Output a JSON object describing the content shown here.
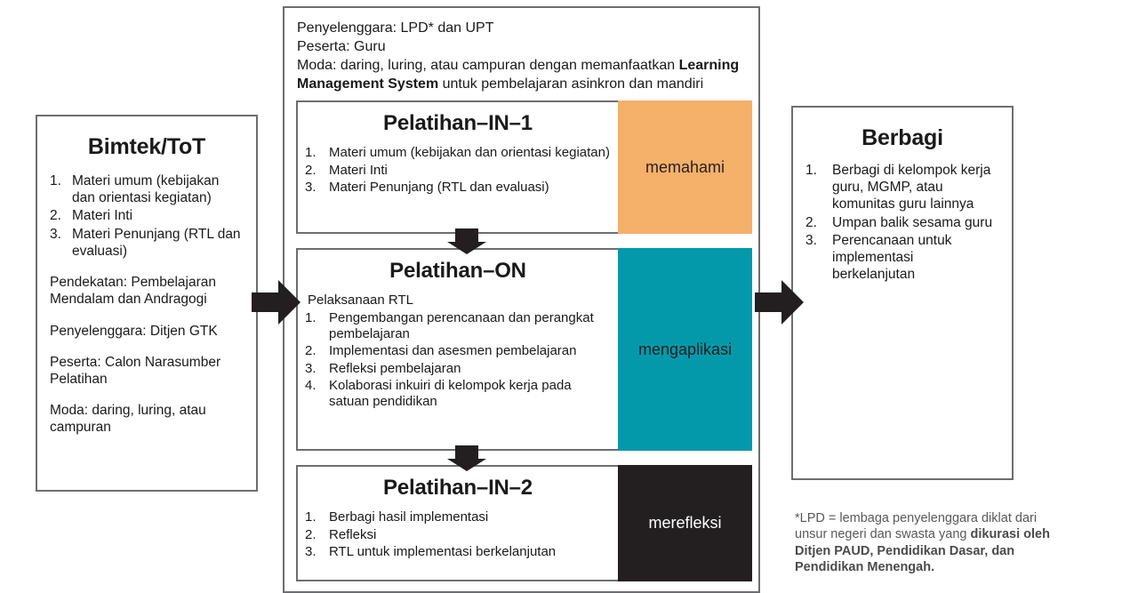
{
  "colors": {
    "orange": "#f5b06a",
    "teal": "#0499aa",
    "dark": "#231f20",
    "border": "#6d6e71",
    "footnote_text": "#58595b"
  },
  "left_box": {
    "title": "Bimtek/ToT",
    "items": [
      {
        "num": "1.",
        "text": "Materi umum (kebijakan dan orientasi kegiatan)"
      },
      {
        "num": "2.",
        "text": "Materi Inti"
      },
      {
        "num": "3.",
        "text": "Materi Penunjang (RTL dan evaluasi)"
      }
    ],
    "paragraphs": [
      "Pendekatan: Pembelajaran Mendalam dan Andragogi",
      "Penyelenggara: Ditjen GTK",
      "Peserta: Calon Narasumber Pelatihan",
      "Moda: daring, luring, atau campuran"
    ]
  },
  "center": {
    "header": {
      "line1": "Penyelenggara: LPD* dan UPT",
      "line2": "Peserta: Guru",
      "line3_a": "Moda: daring, luring, atau campuran dengan memanfaatkan ",
      "line3_bold": "Learning Management System",
      "line3_b": " untuk pembelajaran asinkron dan mandiri"
    },
    "stages": [
      {
        "title": "Pelatihan–IN–1",
        "lead": "",
        "items": [
          {
            "num": "1.",
            "text": "Materi umum (kebijakan dan orientasi kegiatan)"
          },
          {
            "num": "2.",
            "text": "Materi Inti"
          },
          {
            "num": "3.",
            "text": "Materi Penunjang (RTL dan evaluasi)"
          }
        ],
        "side_label": "memahami",
        "side_color": "#f5b06a",
        "side_text_color": "#231f20"
      },
      {
        "title": "Pelatihan–ON",
        "lead": "Pelaksanaan RTL",
        "items": [
          {
            "num": "1.",
            "text": "Pengembangan perencanaan dan perangkat pembelajaran"
          },
          {
            "num": "2.",
            "text": "Implementasi dan asesmen pembelajaran"
          },
          {
            "num": "3.",
            "text": "Refleksi pembelajaran"
          },
          {
            "num": "4.",
            "text": "Kolaborasi inkuiri di kelompok kerja pada satuan pendidikan"
          }
        ],
        "side_label": "mengaplikasi",
        "side_color": "#0499aa",
        "side_text_color": "#231f20"
      },
      {
        "title": "Pelatihan–IN–2",
        "lead": "",
        "items": [
          {
            "num": "1.",
            "text": "Berbagi hasil implementasi"
          },
          {
            "num": "2.",
            "text": "Refleksi"
          },
          {
            "num": "3.",
            "text": "RTL untuk implementasi berkelanjutan"
          }
        ],
        "side_label": "merefleksi",
        "side_color": "#231f20",
        "side_text_color": "#ffffff"
      }
    ]
  },
  "right_box": {
    "title": "Berbagi",
    "items": [
      {
        "num": "1.",
        "text": "Berbagi di kelompok kerja guru, MGMP, atau komunitas guru lainnya"
      },
      {
        "num": "2.",
        "text": "Umpan balik sesama guru"
      },
      {
        "num": "3.",
        "text": "Perencanaan untuk implementasi berkelanjutan"
      }
    ]
  },
  "footnote": {
    "plain": "*LPD = lembaga penyelenggara diklat dari unsur negeri dan  swasta yang ",
    "bold": "dikurasi oleh Ditjen PAUD, Pendidikan Dasar, dan Pendidikan Menengah."
  },
  "icons": {
    "arrow_left_to_center": "right-arrow-icon",
    "arrow_center_to_right": "right-arrow-icon",
    "arrow_in1_to_on": "down-arrow-icon",
    "arrow_on_to_in2": "down-arrow-icon"
  }
}
